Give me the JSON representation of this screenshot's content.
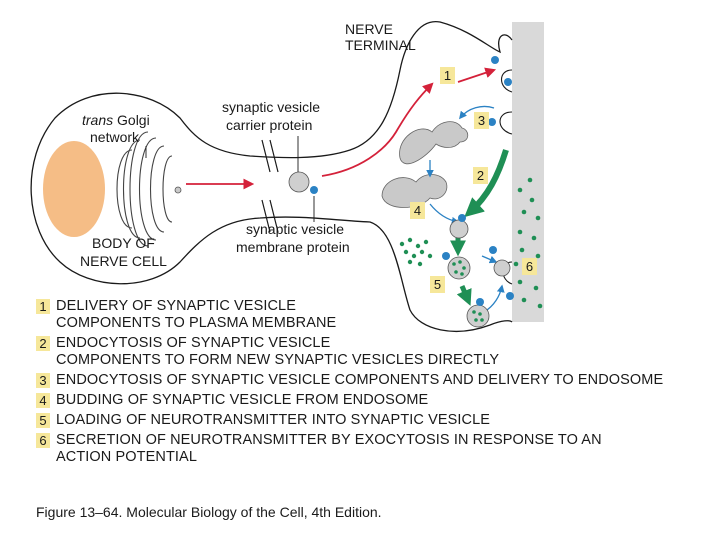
{
  "labels": {
    "nerve_terminal_1": "NERVE",
    "nerve_terminal_2": "TERMINAL",
    "trans": "trans",
    "golgi": " Golgi",
    "network": "network",
    "carrier_1": "synaptic vesicle",
    "carrier_2": "carrier protein",
    "membrane_1": "synaptic vesicle",
    "membrane_2": "membrane protein",
    "body_1": "BODY OF",
    "body_2": "NERVE CELL"
  },
  "steps": [
    {
      "num": "1",
      "lines": [
        "DELIVERY OF SYNAPTIC VESICLE",
        "COMPONENTS TO PLASMA MEMBRANE"
      ]
    },
    {
      "num": "2",
      "lines": [
        "ENDOCYTOSIS OF SYNAPTIC VESICLE",
        "COMPONENTS TO FORM NEW SYNAPTIC VESICLES DIRECTLY"
      ]
    },
    {
      "num": "3",
      "lines": [
        "ENDOCYTOSIS OF SYNAPTIC VESICLE COMPONENTS AND DELIVERY TO ENDOSOME"
      ]
    },
    {
      "num": "4",
      "lines": [
        "BUDDING OF SYNAPTIC VESICLE FROM ENDOSOME"
      ]
    },
    {
      "num": "5",
      "lines": [
        "LOADING OF NEUROTRANSMITTER INTO SYNAPTIC VESICLE"
      ]
    },
    {
      "num": "6",
      "lines": [
        "SECRETION OF NEUROTRANSMITTER BY EXOCYTOSIS IN RESPONSE TO AN",
        "ACTION POTENTIAL"
      ]
    }
  ],
  "caption": "Figure 13–64. Molecular Biology of the Cell, 4th Edition.",
  "colors": {
    "nucleus": "#f5bd86",
    "postsynaptic": "#d9d9d9",
    "red_arrow": "#d4213a",
    "green": "#1f8f55",
    "blue": "#2b82c4",
    "number_box": "#f6e79a"
  }
}
